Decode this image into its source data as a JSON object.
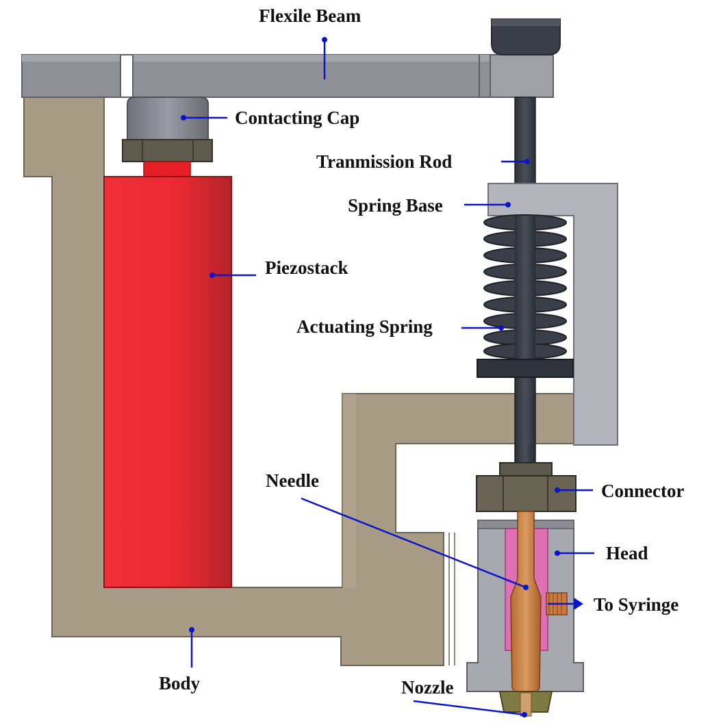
{
  "labels": {
    "flexile_beam": "Flexile Beam",
    "contacting_cap": "Contacting Cap",
    "transmission_rod": "Tranmission Rod",
    "spring_base": "Spring Base",
    "piezostack": "Piezostack",
    "actuating_spring": "Actuating Spring",
    "needle": "Needle",
    "connector": "Connector",
    "head": "Head",
    "to_syringe": "To Syringe",
    "body": "Body",
    "nozzle": "Nozzle"
  },
  "colors": {
    "leader_line": "#0a14c8",
    "body": "#a89c86",
    "beam": "#8c8c94",
    "piezo": "#e8262e",
    "rod": "#3a3e48",
    "needle": "#c8783a",
    "head_inner": "#e070b4"
  }
}
